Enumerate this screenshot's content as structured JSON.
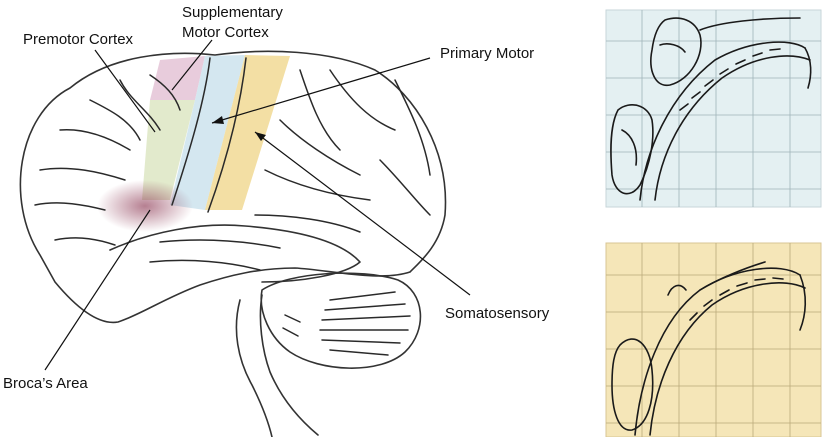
{
  "labels": {
    "supplementary_line1": "Supplementary",
    "supplementary_line2": "Motor Cortex",
    "premotor": "Premotor Cortex",
    "primary_motor": "Primary Motor",
    "somatosensory": "Somatosensory",
    "brocas_area": "Broca’s Area"
  },
  "colors": {
    "supplementary_motor": "#e6c6d8",
    "premotor": "#dfe8c6",
    "primary_motor": "#cfe4ee",
    "somatosensory": "#f2dc9a",
    "brocas_area": "#9c4b62",
    "motor_homunculus_panel": "#e4f0f2",
    "sensory_homunculus_panel": "#f5e6b8"
  },
  "panels": {
    "top_right": "motor-homunculus",
    "bottom_right": "sensory-homunculus"
  }
}
